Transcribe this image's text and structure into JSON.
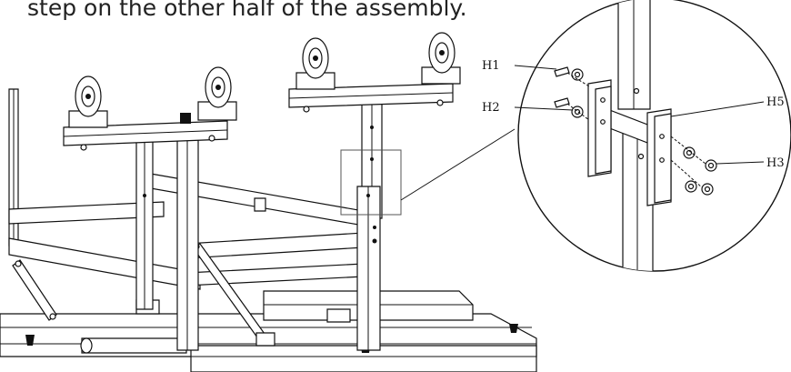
{
  "instruction": {
    "text": "step on the other half of the assembly."
  },
  "callouts": [
    {
      "id": "h1",
      "label": "H1"
    },
    {
      "id": "h2",
      "label": "H2"
    },
    {
      "id": "h5",
      "label": "H5"
    },
    {
      "id": "h3",
      "label": "H3"
    }
  ],
  "colors": {
    "line": "#111111",
    "text": "#222222",
    "background": "#ffffff"
  }
}
